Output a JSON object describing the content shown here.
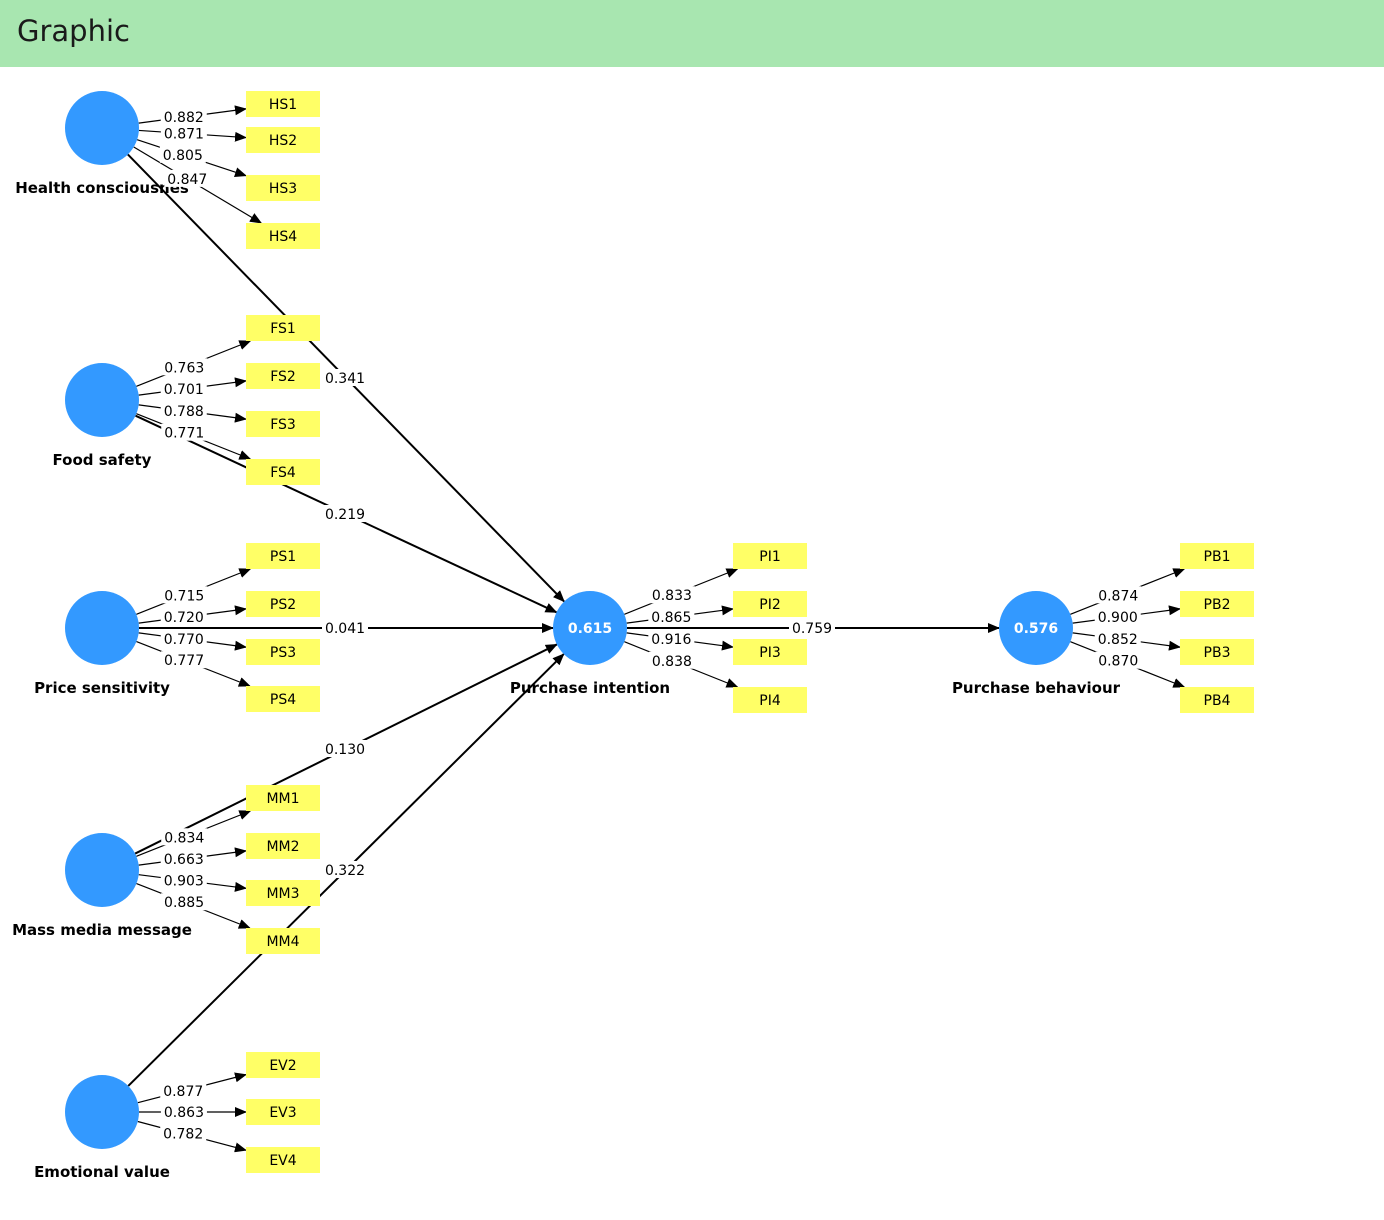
{
  "header": {
    "title": "Graphic"
  },
  "colors": {
    "header_bg": "#a8e6b0",
    "latent": "#3399ff",
    "indicator": "#ffff66",
    "line": "#000000"
  },
  "latents": [
    {
      "id": "HC",
      "name": "Health consciousnes",
      "r2": ""
    },
    {
      "id": "FS",
      "name": "Food safety",
      "r2": ""
    },
    {
      "id": "PS",
      "name": "Price sensitivity",
      "r2": ""
    },
    {
      "id": "MM",
      "name": "Mass media message",
      "r2": ""
    },
    {
      "id": "EV",
      "name": "Emotional value",
      "r2": ""
    },
    {
      "id": "PI",
      "name": "Purchase intention",
      "r2": "0.615"
    },
    {
      "id": "PB",
      "name": "Purchase behaviour",
      "r2": "0.576"
    }
  ],
  "indicators": [
    {
      "id": "HS1",
      "latent": "HC",
      "loading": "0.882"
    },
    {
      "id": "HS2",
      "latent": "HC",
      "loading": "0.871"
    },
    {
      "id": "HS3",
      "latent": "HC",
      "loading": "0.805"
    },
    {
      "id": "HS4",
      "latent": "HC",
      "loading": "0.847"
    },
    {
      "id": "FS1",
      "latent": "FS",
      "loading": "0.763"
    },
    {
      "id": "FS2",
      "latent": "FS",
      "loading": "0.701"
    },
    {
      "id": "FS3",
      "latent": "FS",
      "loading": "0.788"
    },
    {
      "id": "FS4",
      "latent": "FS",
      "loading": "0.771"
    },
    {
      "id": "PS1",
      "latent": "PS",
      "loading": "0.715"
    },
    {
      "id": "PS2",
      "latent": "PS",
      "loading": "0.720"
    },
    {
      "id": "PS3",
      "latent": "PS",
      "loading": "0.770"
    },
    {
      "id": "PS4",
      "latent": "PS",
      "loading": "0.777"
    },
    {
      "id": "MM1",
      "latent": "MM",
      "loading": "0.834"
    },
    {
      "id": "MM2",
      "latent": "MM",
      "loading": "0.663"
    },
    {
      "id": "MM3",
      "latent": "MM",
      "loading": "0.903"
    },
    {
      "id": "MM4",
      "latent": "MM",
      "loading": "0.885"
    },
    {
      "id": "EV2",
      "latent": "EV",
      "loading": "0.877"
    },
    {
      "id": "EV3",
      "latent": "EV",
      "loading": "0.863"
    },
    {
      "id": "EV4",
      "latent": "EV",
      "loading": "0.782"
    },
    {
      "id": "PI1",
      "latent": "PI",
      "loading": "0.833"
    },
    {
      "id": "PI2",
      "latent": "PI",
      "loading": "0.865"
    },
    {
      "id": "PI3",
      "latent": "PI",
      "loading": "0.916"
    },
    {
      "id": "PI4",
      "latent": "PI",
      "loading": "0.838"
    },
    {
      "id": "PB1",
      "latent": "PB",
      "loading": "0.874"
    },
    {
      "id": "PB2",
      "latent": "PB",
      "loading": "0.900"
    },
    {
      "id": "PB3",
      "latent": "PB",
      "loading": "0.852"
    },
    {
      "id": "PB4",
      "latent": "PB",
      "loading": "0.870"
    }
  ],
  "paths": [
    {
      "from": "HC",
      "to": "PI",
      "coef": "0.341"
    },
    {
      "from": "FS",
      "to": "PI",
      "coef": "0.219"
    },
    {
      "from": "PS",
      "to": "PI",
      "coef": "0.041"
    },
    {
      "from": "MM",
      "to": "PI",
      "coef": "0.130"
    },
    {
      "from": "EV",
      "to": "PI",
      "coef": "0.322"
    },
    {
      "from": "PI",
      "to": "PB",
      "coef": "0.759"
    }
  ]
}
